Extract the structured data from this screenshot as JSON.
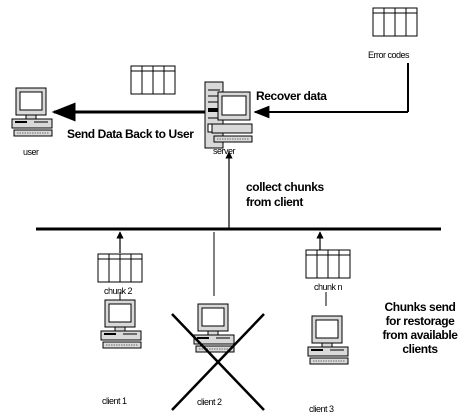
{
  "labels": {
    "error_codes": "Error codes",
    "recover_data": "Recover data",
    "send_back": "Send Data Back to User",
    "user": "user",
    "server": "server",
    "collect_chunks": "collect  chunks from client",
    "chunk_2": "chunk 2",
    "chunk_n": "chunk  n",
    "client_1": "client 1",
    "client_2": "client 2",
    "client_3": "client 3",
    "chunks_send_note": "Chunks send for restorage from available clients"
  },
  "nodes": [
    {
      "id": "user",
      "icon": "desktop-computer-icon",
      "role": "destination"
    },
    {
      "id": "server",
      "icon": "server-tower-icon",
      "role": "recovery-server"
    },
    {
      "id": "client-1",
      "icon": "desktop-computer-icon",
      "status": "available"
    },
    {
      "id": "client-2",
      "icon": "desktop-computer-icon",
      "status": "unavailable",
      "marker": "crossed-out"
    },
    {
      "id": "client-3",
      "icon": "desktop-computer-icon",
      "status": "available"
    }
  ],
  "colors": {
    "ink": "#000000",
    "screen": "#ffffff",
    "paper": "#ffffff"
  }
}
